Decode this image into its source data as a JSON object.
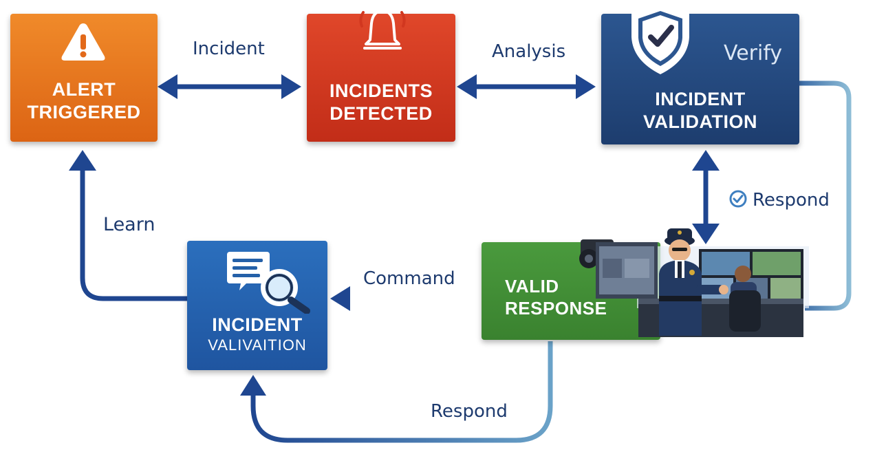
{
  "colors": {
    "orange": "#e2691a",
    "red": "#d1371f",
    "navy": "#23477c",
    "blue": "#2460a8",
    "green": "#3f8f34",
    "arrow": "#1f4690",
    "arrow_light": "#7fb0cf",
    "label": "#1d3a6e"
  },
  "nodes": {
    "alert": {
      "line1": "ALERT",
      "line2": "TRIGGERED",
      "icon": "warning-icon"
    },
    "detected": {
      "line1": "INCIDENTS",
      "line2": "DETECTED",
      "icon": "alarm-bell-icon"
    },
    "validation": {
      "line1": "INCIDENT",
      "line2": "VALIDATION",
      "side_label": "Verify",
      "icon": "shield-check-icon"
    },
    "response": {
      "line1": "VALID",
      "line2": "RESPONSE",
      "illustration": "security-officer-control-room"
    },
    "investigation": {
      "line1": "INCIDENT",
      "line2": "VALIVAITION",
      "icon": "document-search-icon"
    }
  },
  "edges": {
    "incident": "Incident",
    "analysis": "Analysis",
    "respond_right": "Respond",
    "respond_right_icon": "check-circle-icon",
    "command": "Command",
    "respond_bottom": "Respond",
    "learn": "Learn"
  }
}
